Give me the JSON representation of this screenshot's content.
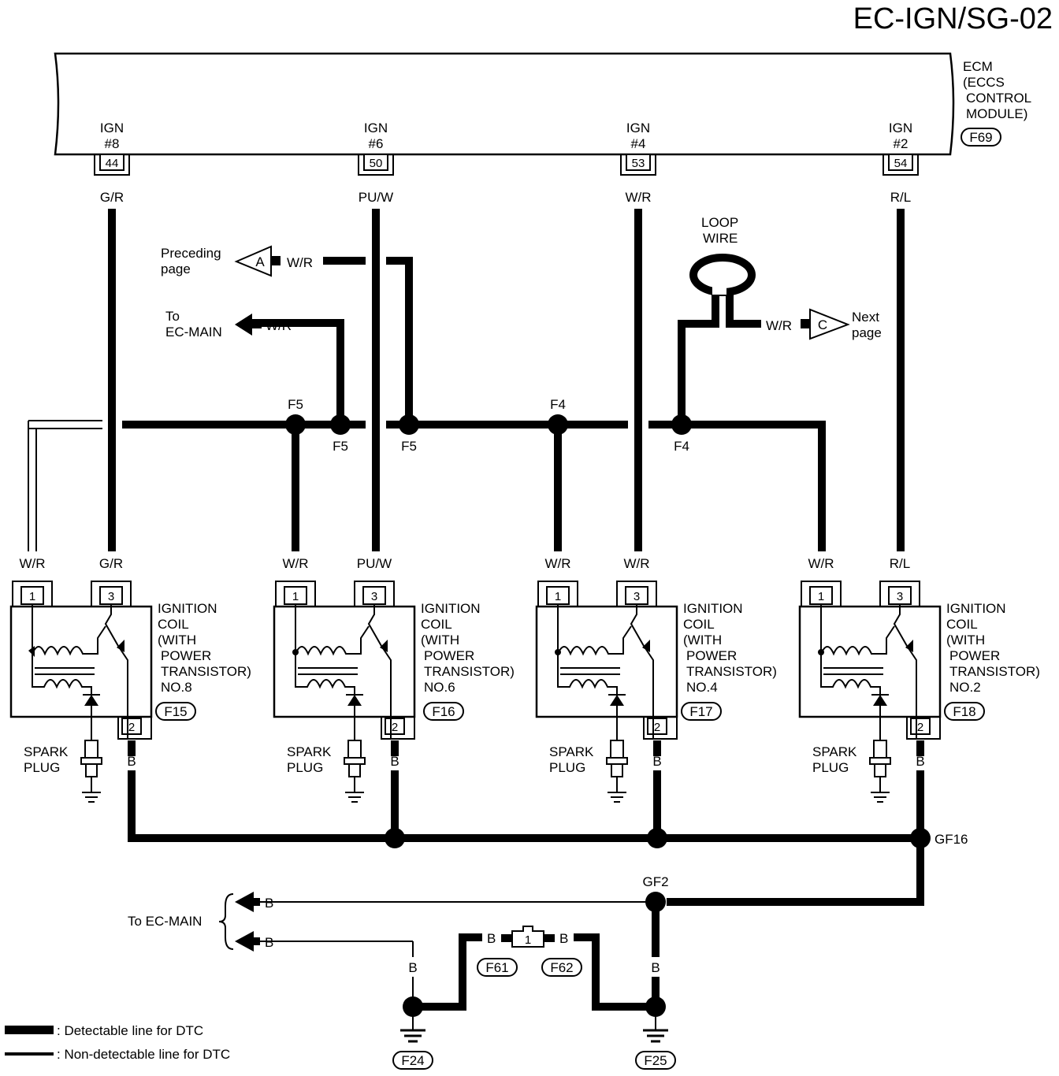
{
  "page_code": "EC-IGN/SG-02",
  "ecm": {
    "label_lines": [
      "ECM",
      "(ECCS",
      "CONTROL",
      "MODULE)"
    ],
    "connector": "F69",
    "terminals": [
      {
        "name_lines": [
          "IGN",
          "#8"
        ],
        "pin": "44",
        "wire": "G/R"
      },
      {
        "name_lines": [
          "IGN",
          "#6"
        ],
        "pin": "50",
        "wire": "PU/W"
      },
      {
        "name_lines": [
          "IGN",
          "#4"
        ],
        "pin": "53",
        "wire": "W/R"
      },
      {
        "name_lines": [
          "IGN",
          "#2"
        ],
        "pin": "54",
        "wire": "R/L"
      }
    ]
  },
  "references": {
    "preceding": {
      "symbol": "A",
      "wire": "W/R",
      "label_lines": [
        "Preceding",
        "page"
      ]
    },
    "to_main_top": {
      "wire": "W/R",
      "label_lines": [
        "To",
        "EC-MAIN"
      ]
    },
    "next": {
      "symbol": "C",
      "wire": "W/R",
      "label_lines": [
        "Next",
        "page"
      ]
    },
    "loop_wire_lines": [
      "LOOP",
      "WIRE"
    ]
  },
  "junctions": {
    "f5_top": "F5",
    "f5_a": "F5",
    "f5_b": "F5",
    "f4_top": "F4",
    "f4_a": "F4"
  },
  "coils": [
    {
      "connector": "F15",
      "title_lines": [
        "IGNITION",
        "COIL",
        "(WITH",
        "POWER",
        "TRANSISTOR)",
        "NO.8"
      ],
      "pin1": "1",
      "pin3": "3",
      "pin2": "2",
      "wire1": "W/R",
      "wire3": "G/R",
      "ground_wire": "B",
      "plug_lines": [
        "SPARK",
        "PLUG"
      ]
    },
    {
      "connector": "F16",
      "title_lines": [
        "IGNITION",
        "COIL",
        "(WITH",
        "POWER",
        "TRANSISTOR)",
        "NO.6"
      ],
      "pin1": "1",
      "pin3": "3",
      "pin2": "2",
      "wire1": "W/R",
      "wire3": "PU/W",
      "ground_wire": "B",
      "plug_lines": [
        "SPARK",
        "PLUG"
      ]
    },
    {
      "connector": "F17",
      "title_lines": [
        "IGNITION",
        "COIL",
        "(WITH",
        "POWER",
        "TRANSISTOR)",
        "NO.4"
      ],
      "pin1": "1",
      "pin3": "3",
      "pin2": "2",
      "wire1": "W/R",
      "wire3": "W/R",
      "ground_wire": "B",
      "plug_lines": [
        "SPARK",
        "PLUG"
      ]
    },
    {
      "connector": "F18",
      "title_lines": [
        "IGNITION",
        "COIL",
        "(WITH",
        "POWER",
        "TRANSISTOR)",
        "NO.2"
      ],
      "pin1": "1",
      "pin3": "3",
      "pin2": "2",
      "wire1": "W/R",
      "wire3": "R/L",
      "ground_wire": "B",
      "plug_lines": [
        "SPARK",
        "PLUG"
      ]
    }
  ],
  "ground": {
    "gf16": "GF16",
    "gf2": "GF2",
    "to_main_label": "To EC-MAIN",
    "wire": "B",
    "f61": "F61",
    "f62": "F62",
    "mid_pin": "1",
    "f24": "F24",
    "f25": "F25"
  },
  "legend": {
    "detectable": ": Detectable line for DTC",
    "non_detectable": ": Non-detectable line for DTC"
  }
}
